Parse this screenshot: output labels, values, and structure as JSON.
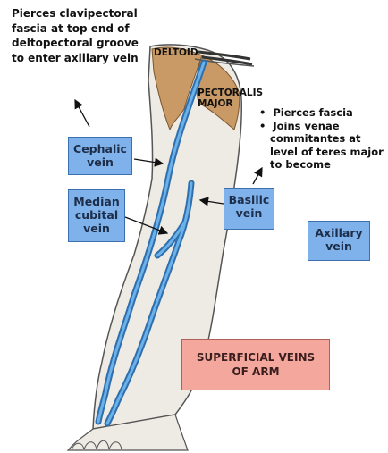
{
  "annotations": {
    "cephalic_note": "Pierces clavipectoral\nfascia at top end of\ndeltopectoral groove\nto enter axillary vein",
    "basilic_bullets": [
      "Pierces fascia",
      "Joins venae commitantes at level of teres major to become"
    ]
  },
  "muscles": {
    "deltoid": "DELTOID",
    "pectoralis": "PECTORALIS\nMAJOR"
  },
  "boxes": {
    "cephalic": "Cephalic\nvein",
    "median_cubital": "Median\ncubital\nvein",
    "basilic": "Basilic\nvein",
    "axillary": "Axillary\nvein"
  },
  "title": "SUPERFICIAL VEINS\nOF ARM",
  "colors": {
    "label_box": "#7fb2ea",
    "title_box": "#f4a79d",
    "vein": "#3f86c8",
    "muscle": "#c99a66",
    "skin": "#eeeae4"
  }
}
